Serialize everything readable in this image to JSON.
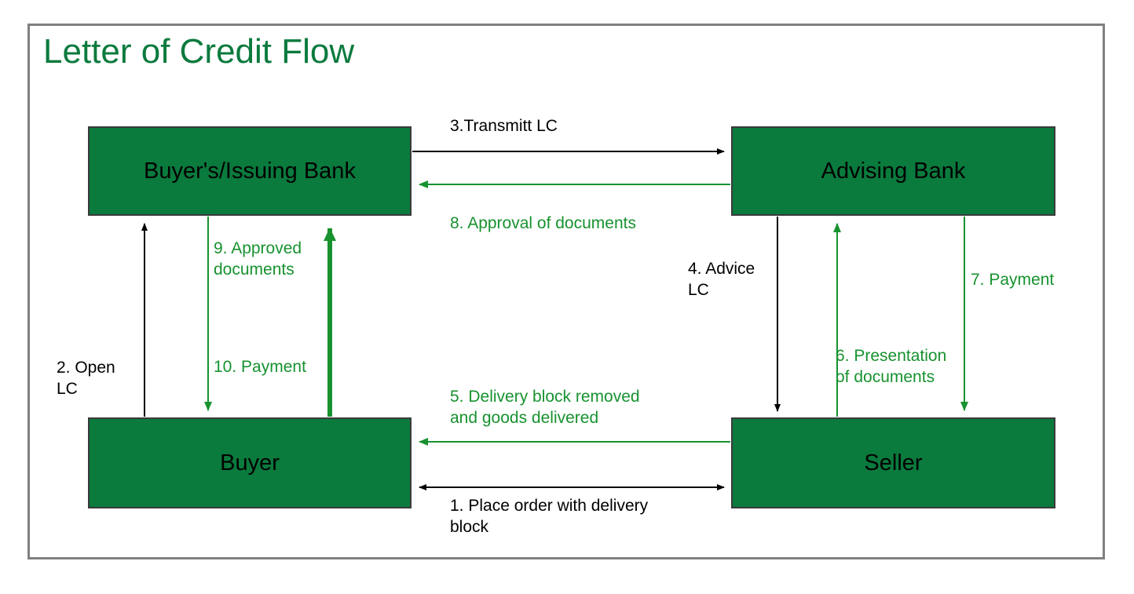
{
  "diagram": {
    "title": "Letter of Credit Flow",
    "title_color": "#0a7a3d",
    "node_fill": "#0a7a3d",
    "node_text_color": "#000000",
    "black_flow_color": "#000000",
    "green_flow_color": "#17922f",
    "frame_border_color": "#808080",
    "background": "#ffffff"
  },
  "nodes": [
    {
      "id": "issuing-bank",
      "label": "Buyer's/Issuing Bank"
    },
    {
      "id": "advising-bank",
      "label": "Advising Bank"
    },
    {
      "id": "buyer",
      "label": "Buyer"
    },
    {
      "id": "seller",
      "label": "Seller"
    }
  ],
  "flows": [
    {
      "step": 1,
      "label": "1. Place order with delivery\nblock",
      "color": "black",
      "from": "buyer",
      "to": "seller",
      "direction": "bidirectional"
    },
    {
      "step": 2,
      "label": "2. Open\nLC",
      "color": "black",
      "from": "buyer",
      "to": "issuing-bank",
      "direction": "up"
    },
    {
      "step": 3,
      "label": "3.Transmitt LC",
      "color": "black",
      "from": "issuing-bank",
      "to": "advising-bank",
      "direction": "right"
    },
    {
      "step": 4,
      "label": "4. Advice\nLC",
      "color": "black",
      "from": "advising-bank",
      "to": "seller",
      "direction": "down"
    },
    {
      "step": 5,
      "label": "5. Delivery block removed\nand goods delivered",
      "color": "green",
      "from": "seller",
      "to": "buyer",
      "direction": "left"
    },
    {
      "step": 6,
      "label": "6. Presentation\nof documents",
      "color": "green",
      "from": "seller",
      "to": "advising-bank",
      "direction": "up"
    },
    {
      "step": 7,
      "label": "7. Payment",
      "color": "green",
      "from": "advising-bank",
      "to": "seller",
      "direction": "down"
    },
    {
      "step": 8,
      "label": "8. Approval of documents",
      "color": "green",
      "from": "advising-bank",
      "to": "issuing-bank",
      "direction": "left"
    },
    {
      "step": 9,
      "label": "9. Approved\ndocuments",
      "color": "green",
      "from": "issuing-bank",
      "to": "buyer",
      "direction": "down"
    },
    {
      "step": 10,
      "label": "10. Payment",
      "color": "green",
      "from": "buyer",
      "to": "issuing-bank",
      "direction": "up"
    }
  ]
}
